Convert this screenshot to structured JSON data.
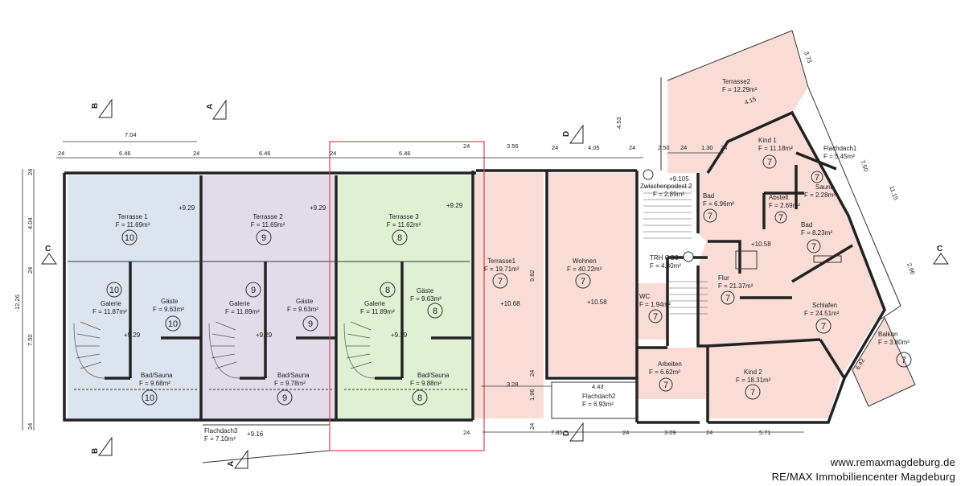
{
  "colors": {
    "blue_unit": "#dbe4ef",
    "purple_unit": "#e2dcea",
    "green_unit": "#dff0d3",
    "pink_unit": "#f9dcd6",
    "highlight_frame": "#d9454a",
    "wall": "#222222"
  },
  "rooms": [
    {
      "id": "terrasse-1",
      "name": "Terrasse 1",
      "area": "F = 11.69m²",
      "unit": "10",
      "level": "+9.29"
    },
    {
      "id": "galerie-10",
      "name": "Galerie",
      "area": "F = 11.87m²",
      "unit": "10",
      "level": "+9.29"
    },
    {
      "id": "gaeste-10",
      "name": "Gäste",
      "area": "F = 9.63m²",
      "unit": "10"
    },
    {
      "id": "bad-10",
      "name": "Bad/Sauna",
      "area": "F = 9.68m²",
      "unit": "10"
    },
    {
      "id": "terrasse-2",
      "name": "Terrasse 2",
      "area": "F = 11.69m²",
      "unit": "9",
      "level": "+9.29"
    },
    {
      "id": "galerie-9",
      "name": "Galerie",
      "area": "F = 11.89m²",
      "unit": "9",
      "level": "+9.29"
    },
    {
      "id": "gaeste-9",
      "name": "Gäste",
      "area": "F = 9.63m²",
      "unit": "9"
    },
    {
      "id": "bad-9",
      "name": "Bad/Sauna",
      "area": "F = 9.78m²",
      "unit": "9"
    },
    {
      "id": "terrasse-3",
      "name": "Terrasse 3",
      "area": "F = 11.62m²",
      "unit": "8",
      "level": "+9.29"
    },
    {
      "id": "galerie-8",
      "name": "Galerie",
      "area": "F = 11.89m²",
      "unit": "8",
      "level": "+9.29"
    },
    {
      "id": "gaeste-8",
      "name": "Gäste",
      "area": "F = 9.63m²",
      "unit": "8"
    },
    {
      "id": "bad-8",
      "name": "Bad/Sauna",
      "area": "F = 9.88m²",
      "unit": "8"
    },
    {
      "id": "terrasse1-7",
      "name": "Terrasse1",
      "area": "F = 19.71m²",
      "unit": "7",
      "level": "+10.68"
    },
    {
      "id": "wohnen-7",
      "name": "Wohnen",
      "area": "F = 40.22m²",
      "unit": "7",
      "level": "+10.58"
    },
    {
      "id": "zwischenpodest",
      "name": "Zwischenpodest 2",
      "area": "F = 2.89m²",
      "level": "+9.105"
    },
    {
      "id": "trh",
      "name": "TRH OG3",
      "area": "F = 4.80m²"
    },
    {
      "id": "wc-7",
      "name": "WC",
      "area": "F = 1.94m²",
      "unit": "7"
    },
    {
      "id": "arbeiten-7",
      "name": "Arbeiten",
      "area": "F = 6.62m²",
      "unit": "7"
    },
    {
      "id": "bad1-7",
      "name": "Bad",
      "area": "F = 6.96m²",
      "unit": "7"
    },
    {
      "id": "flur-7",
      "name": "Flur",
      "area": "F = 21.37m²",
      "unit": "7",
      "level": "+10.58"
    },
    {
      "id": "kind1-7",
      "name": "Kind 1",
      "area": "F = 11.18m²",
      "unit": "7"
    },
    {
      "id": "abstell-7",
      "name": "Abstell.",
      "area": "F = 2.69m²",
      "unit": "7"
    },
    {
      "id": "sauna-7",
      "name": "Sauna",
      "area": "F = 2.28m²",
      "unit": "7"
    },
    {
      "id": "bad2-7",
      "name": "Bad",
      "area": "F = 8.23m²",
      "unit": "7"
    },
    {
      "id": "schlafen-7",
      "name": "Schlafen",
      "area": "F = 24.51m²",
      "unit": "7"
    },
    {
      "id": "kind2-7",
      "name": "Kind 2",
      "area": "F = 18.31m²",
      "unit": "7"
    },
    {
      "id": "terrasse2-7",
      "name": "Terrasse2",
      "area": "F = 12.29m²"
    },
    {
      "id": "balkon-7",
      "name": "Balkon",
      "area": "F = 3.80m²",
      "unit": "7"
    },
    {
      "id": "flachdach1",
      "name": "Flachdach1",
      "area": "F = 5.45m²"
    },
    {
      "id": "flachdach2",
      "name": "Flachdach2",
      "area": "F = 6.93m²"
    },
    {
      "id": "flachdach3",
      "name": "Flachdach3",
      "area": "F = 7.10m²",
      "level": "+9.16"
    }
  ],
  "dimensions": {
    "top": [
      "7.04",
      "24",
      "6.46",
      "24",
      "6.46",
      "24",
      "6.46",
      "24",
      "3.56",
      "24",
      "4.05",
      "24",
      "2.50",
      "24",
      "1.30",
      "24"
    ],
    "left": [
      "24",
      "4.04",
      "24",
      "12.26",
      "7.50",
      "24"
    ],
    "bottom": [
      "24",
      "7.85",
      "24",
      "3.09",
      "24",
      "5.71"
    ],
    "inner": [
      "9.82",
      "24",
      "4.43",
      "3.28",
      "1.96",
      "24",
      "4.53",
      "4.15",
      "3.73",
      "7.50",
      "11.15",
      "2.96",
      "6.42"
    ]
  },
  "section_marks": [
    "A",
    "A",
    "B",
    "B",
    "C",
    "C",
    "D",
    "D"
  ],
  "footer": {
    "url": "www.remaxmagdeburg.de",
    "company": "RE/MAX Immobiliencenter Magdeburg"
  }
}
